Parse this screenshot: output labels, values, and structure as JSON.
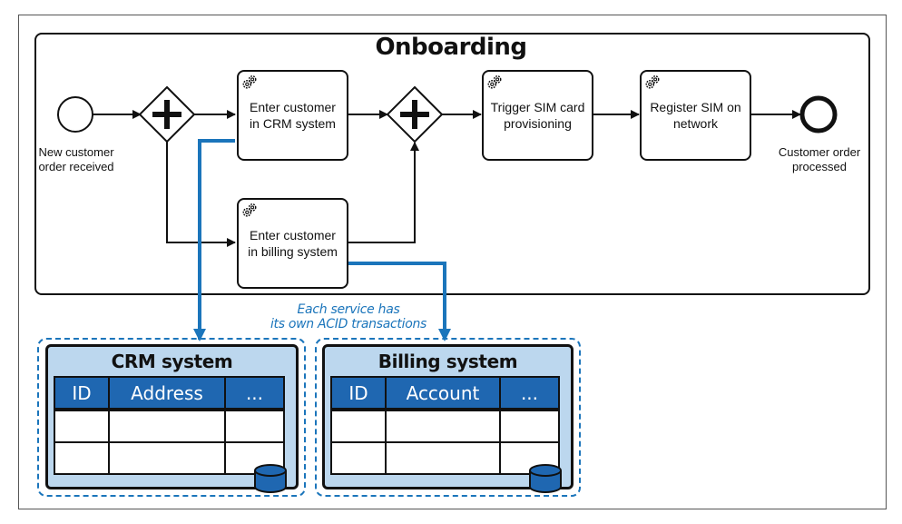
{
  "pool": {
    "title": "Onboarding"
  },
  "events": {
    "start": {
      "label_line1": "New customer",
      "label_line2": "order received"
    },
    "end": {
      "label_line1": "Customer order",
      "label_line2": "processed"
    }
  },
  "tasks": {
    "crm": {
      "line1": "Enter customer",
      "line2": "in CRM system",
      "icon": "gear-icon"
    },
    "billing": {
      "line1": "Enter customer",
      "line2": "in billing system",
      "icon": "gear-icon"
    },
    "sim": {
      "line1": "Trigger SIM card",
      "line2": "provisioning",
      "icon": "gear-icon"
    },
    "register": {
      "line1": "Register SIM on",
      "line2": "network",
      "icon": "gear-icon"
    }
  },
  "annotation": {
    "line1": "Each service has",
    "line2": "its own ACID transactions"
  },
  "systems": {
    "crm": {
      "title": "CRM system",
      "columns": [
        "ID",
        "Address",
        "..."
      ]
    },
    "billing": {
      "title": "Billing system",
      "columns": [
        "ID",
        "Account",
        "..."
      ]
    }
  },
  "colors": {
    "accent_blue": "#1b75bb",
    "header_blue": "#1f67b1",
    "db_fill": "#bcd7ee",
    "caption_red": "#c00000"
  }
}
